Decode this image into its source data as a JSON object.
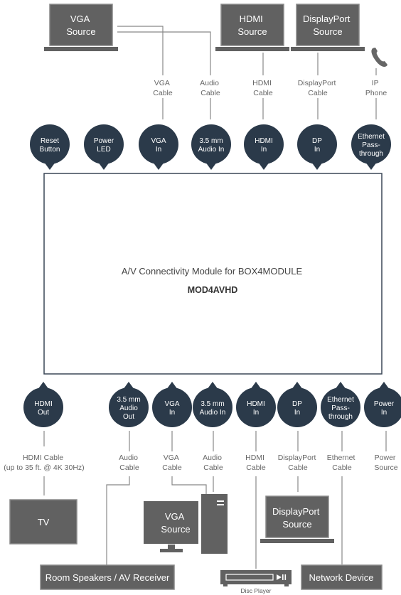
{
  "top_devices": {
    "vga": "VGA|Source",
    "hdmi": "HDMI|Source",
    "dp": "DisplayPort|Source"
  },
  "top_cables": {
    "vga": "VGA|Cable",
    "audio": "Audio|Cable",
    "hdmi": "HDMI|Cable",
    "dp": "DisplayPort|Cable",
    "ip": "IP|Phone"
  },
  "top_ports": [
    "Reset|Button",
    "Power|LED",
    "VGA|In",
    "3.5 mm|Audio In",
    "HDMI|In",
    "DP|In",
    "Ethernet|Pass-|through"
  ],
  "module": {
    "title": "A/V Connectivity Module for BOX4MODULE",
    "model": "MOD4AVHD"
  },
  "bottom_ports": [
    "HDMI|Out",
    "3.5 mm|Audio|Out",
    "VGA|In",
    "3.5 mm|Audio In",
    "HDMI|In",
    "DP|In",
    "Ethernet|Pass-|through",
    "Power|In"
  ],
  "bottom_cables": {
    "hdmi_out": "HDMI Cable|(up to 35 ft. @ 4K 30Hz)",
    "audio_out": "Audio|Cable",
    "vga": "VGA|Cable",
    "audio_in": "Audio|Cable",
    "hdmi_in": "HDMI|Cable",
    "dp": "DisplayPort|Cable",
    "ethernet": "Ethernet|Cable",
    "power": "Power|Source"
  },
  "bottom_devices": {
    "tv": "TV",
    "vga": "VGA|Source",
    "dp": "DisplayPort|Source",
    "speakers": "Room Speakers / AV Receiver",
    "disc": "Disc Player",
    "network": "Network Device"
  }
}
